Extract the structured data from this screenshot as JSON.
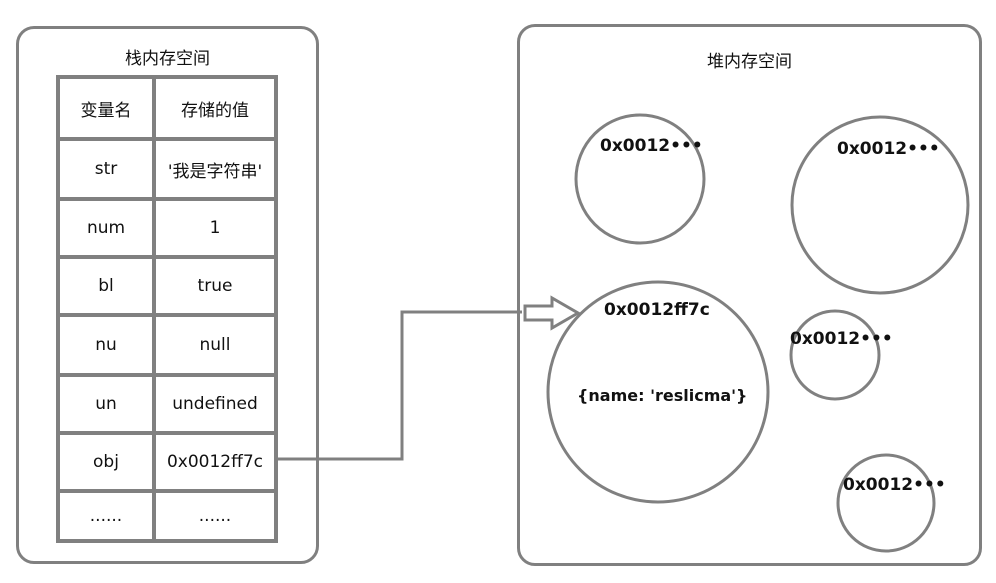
{
  "stack": {
    "title": "栈内存空间",
    "headers": [
      "变量名",
      "存储的值"
    ],
    "rows": [
      {
        "name": "str",
        "value": "'我是字符串'"
      },
      {
        "name": "num",
        "value": "1"
      },
      {
        "name": "bl",
        "value": "true"
      },
      {
        "name": "nu",
        "value": "null"
      },
      {
        "name": "un",
        "value": "undefined"
      },
      {
        "name": "obj",
        "value": "0x0012ff7c"
      },
      {
        "name": "......",
        "value": "......"
      }
    ]
  },
  "heap": {
    "title": "堆内存空间",
    "objects": [
      {
        "address": "0x0012•••"
      },
      {
        "address": "0x0012•••"
      },
      {
        "address": "0x0012ff7c",
        "content": "{name: 'reslicma'}"
      },
      {
        "address": "0x0012•••"
      },
      {
        "address": "0x0012•••"
      }
    ]
  }
}
